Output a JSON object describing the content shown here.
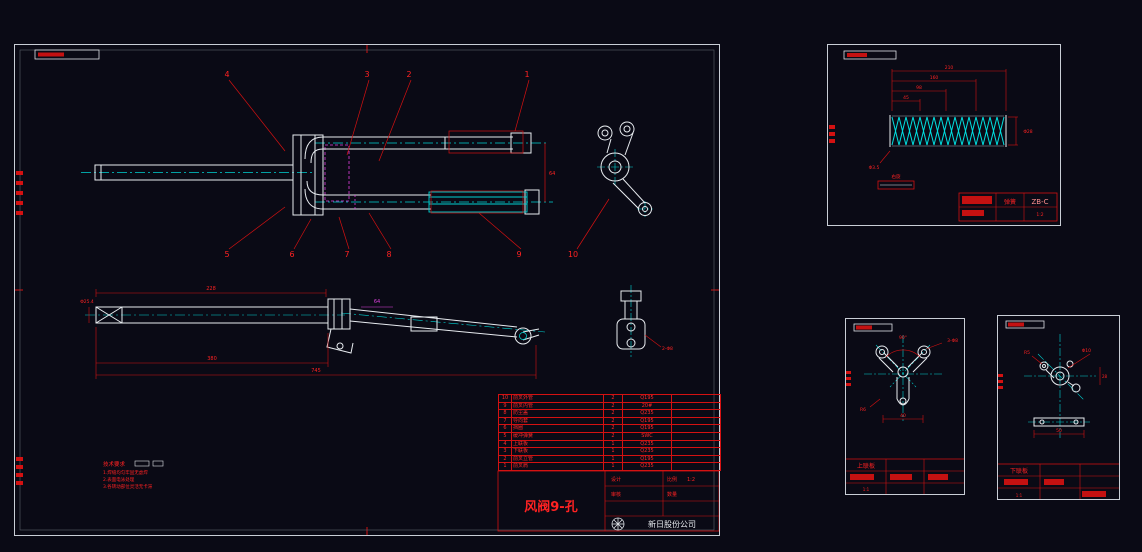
{
  "main_sheet": {
    "callouts_top": [
      "4",
      "3",
      "2",
      "1"
    ],
    "callouts_bottom": [
      "5",
      "6",
      "7",
      "8",
      "9",
      "10"
    ],
    "dims": {
      "leg_center_gap": "64",
      "side_top": "228",
      "side_mid": "380",
      "side_total": "745",
      "steerer_dia": "Φ25.4",
      "mid_offset": "64",
      "dropout_holes": "2-Φ8"
    },
    "notes": {
      "title": "技术要求",
      "items": [
        "1.焊缝均匀牢固无虚焊",
        "2.表面电泳处理",
        "3.各转动部位灵活无卡滞"
      ]
    },
    "bom": {
      "rows": [
        {
          "num": "10",
          "name": "前叉外管",
          "qty": "2",
          "material": "Q195"
        },
        {
          "num": "9",
          "name": "前叉内管",
          "qty": "2",
          "material": "20#"
        },
        {
          "num": "8",
          "name": "防尘盖",
          "qty": "2",
          "material": "Q235"
        },
        {
          "num": "7",
          "name": "导向套",
          "qty": "2",
          "material": "Q195"
        },
        {
          "num": "6",
          "name": "挡圈",
          "qty": "2",
          "material": "Q195"
        },
        {
          "num": "5",
          "name": "缓冲弹簧",
          "qty": "2",
          "material": "SWC"
        },
        {
          "num": "4",
          "name": "上联板",
          "qty": "1",
          "material": "Q235"
        },
        {
          "num": "3",
          "name": "下联板",
          "qty": "1",
          "material": "Q235"
        },
        {
          "num": "2",
          "name": "前叉立管",
          "qty": "1",
          "material": "Q195"
        },
        {
          "num": "1",
          "name": "前叉肩",
          "qty": "1",
          "material": "Q235"
        }
      ]
    },
    "title_block": {
      "drawing_title": "风阀9-孔",
      "company": "新日股份公司",
      "design_label": "设计",
      "check_label": "审核",
      "scale_label": "比例",
      "scale_value": "1:2",
      "qty_label": "数量"
    }
  },
  "spring_sheet": {
    "part_name": "弹簧",
    "code": "ZB-C",
    "scale": "1:2",
    "note": "右旋",
    "dims": {
      "free_length": "210",
      "l2": "160",
      "l3": "98",
      "l4": "45",
      "outer_dia": "Φ28",
      "wire_dia": "Φ3.5"
    }
  },
  "sheet_a": {
    "part_name": "上联板",
    "scale": "1:1",
    "dims": {
      "angle": "90°",
      "holes": "3-Φ8",
      "radius": "R6",
      "width": "40"
    }
  },
  "sheet_b": {
    "part_name": "下联板",
    "scale": "1:1",
    "dims": {
      "hole": "Φ10",
      "radius": "R5",
      "length": "50",
      "height": "28"
    }
  }
}
